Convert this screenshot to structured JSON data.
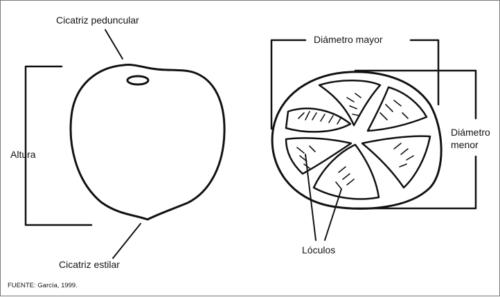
{
  "labels": {
    "cicatriz_peduncular": "Cicatriz peduncular",
    "altura": "Altura",
    "cicatriz_estilar": "Cicatriz estilar",
    "diametro_mayor": "Diámetro mayor",
    "diametro_menor_line1": "Diámetro",
    "diametro_menor_line2": "menor",
    "loculos": "Lóculos",
    "fuente": "FUENTE: García, 1999."
  },
  "colors": {
    "stroke": "#111111",
    "border": "#777777",
    "background": "#ffffff"
  }
}
